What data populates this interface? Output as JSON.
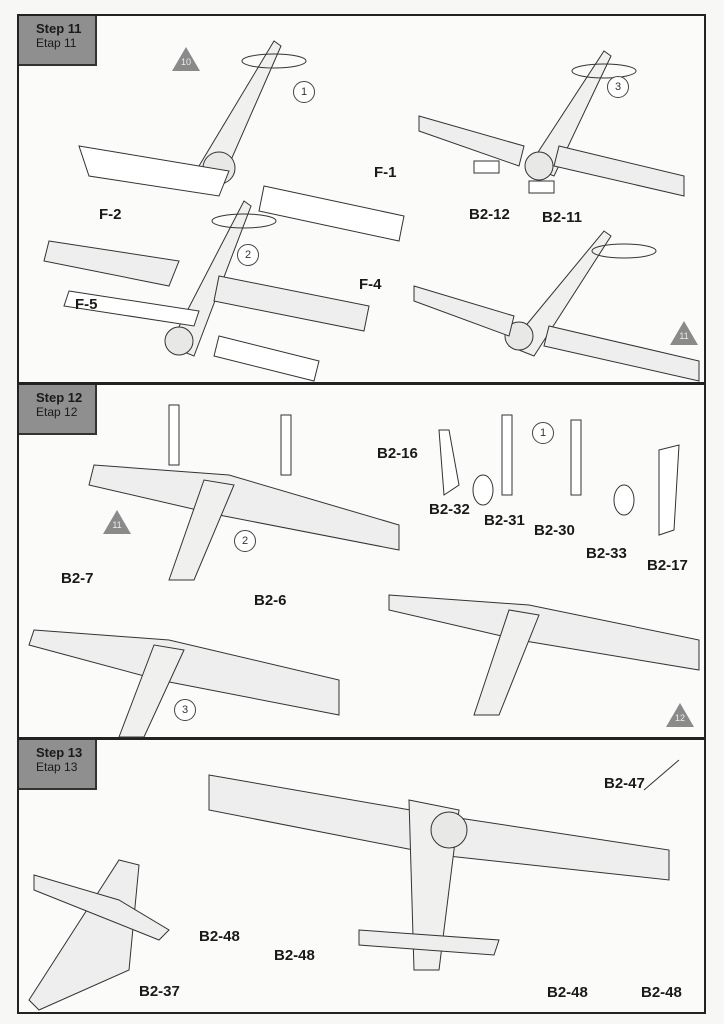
{
  "steps": [
    {
      "title": "Step 11",
      "subtitle": "Etap 11",
      "parts": [
        "F-2",
        "F-1",
        "F-5",
        "F-4",
        "B2-12",
        "B2-11"
      ],
      "substeps": [
        "1",
        "2",
        "3"
      ],
      "ref_step": "10",
      "result_step": "11"
    },
    {
      "title": "Step 12",
      "subtitle": "Etap 12",
      "parts": [
        "B2-16",
        "B2-32",
        "B2-31",
        "B2-30",
        "B2-33",
        "B2-17",
        "B2-7",
        "B2-6"
      ],
      "substeps": [
        "1",
        "2",
        "3"
      ],
      "ref_step": "11",
      "result_step": "12"
    },
    {
      "title": "Step 13",
      "subtitle": "Etap 13",
      "parts": [
        "B2-47",
        "B2-48",
        "B2-48",
        "B2-48",
        "B2-48",
        "B2-37"
      ]
    }
  ]
}
